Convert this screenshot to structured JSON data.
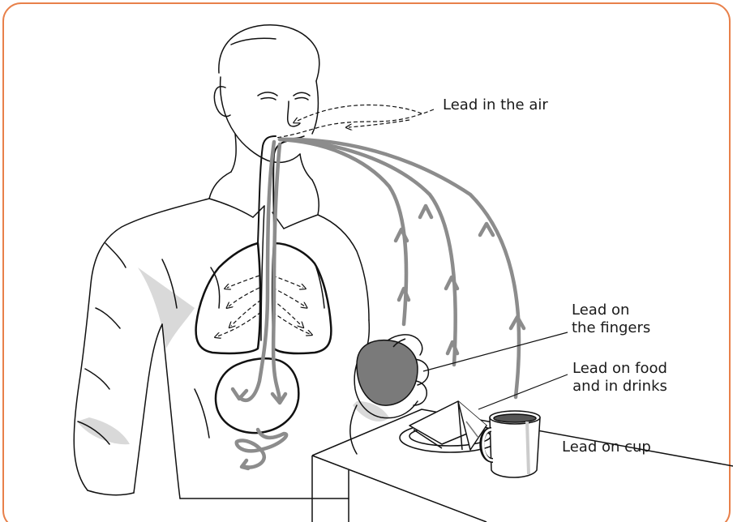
{
  "colors": {
    "border": "#e8804a",
    "line": "#111111",
    "path": "#8c8c8c",
    "shade": "#d9d9d9",
    "apple": "#7a7a7a"
  },
  "labels": {
    "air": "Lead in the air",
    "fingers": [
      "Lead on",
      "the fingers"
    ],
    "food": [
      "Lead on food",
      "and in drinks"
    ],
    "cup": "Lead on cup"
  }
}
